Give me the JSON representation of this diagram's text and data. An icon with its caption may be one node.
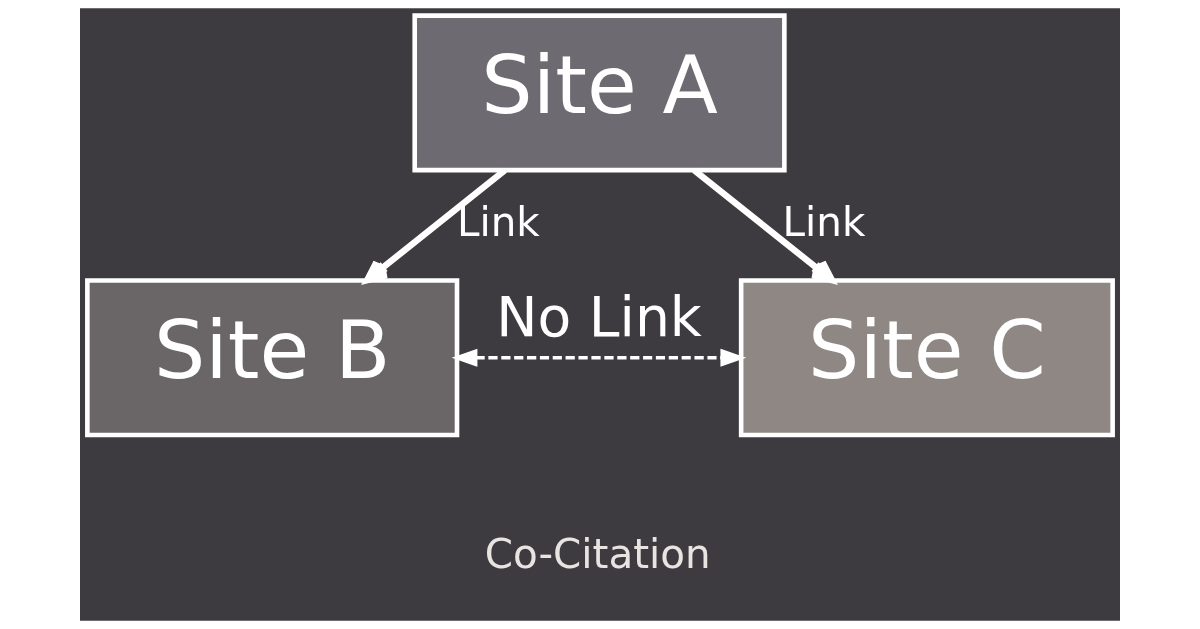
{
  "diagram": {
    "nodes": [
      {
        "text": [
          "Site A"
        ]
      },
      {
        "text": [
          "Site B"
        ]
      },
      {
        "text": [
          "Site C"
        ]
      }
    ],
    "edges": [
      {
        "from": 0,
        "to": 1,
        "arrow": "to",
        "label": "Link"
      },
      {
        "from": 0,
        "to": 2,
        "arrow": "to",
        "label": "Link"
      },
      {
        "from": 1,
        "to": 2,
        "arrow": "both",
        "label": "No Link",
        "style": "dashed"
      }
    ],
    "labels": [
      "Co-Citation"
    ]
  }
}
